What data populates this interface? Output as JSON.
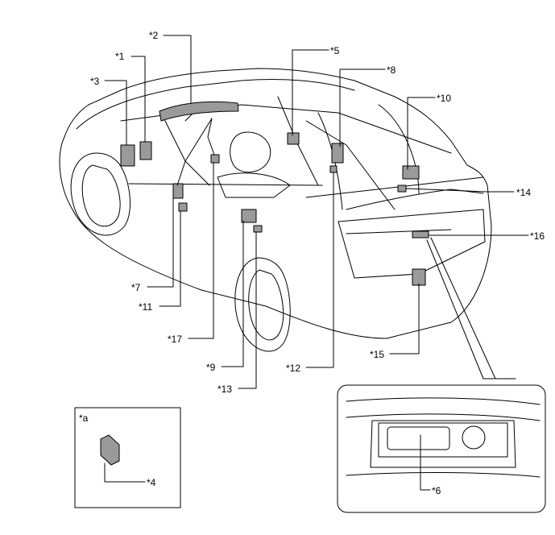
{
  "callouts": {
    "c1": "*1",
    "c2": "*2",
    "c3": "*3",
    "c4": "*4",
    "c5": "*5",
    "c6": "*6",
    "c7": "*7",
    "c8": "*8",
    "c9": "*9",
    "c10": "*10",
    "c11": "*11",
    "c12": "*12",
    "c13": "*13",
    "c14": "*14",
    "c15": "*15",
    "c16": "*16",
    "c17": "*17"
  },
  "insets": {
    "detail_a": "*a"
  },
  "colors": {
    "line": "#000000",
    "background": "#ffffff",
    "component_fill": "#9a9a9a"
  }
}
